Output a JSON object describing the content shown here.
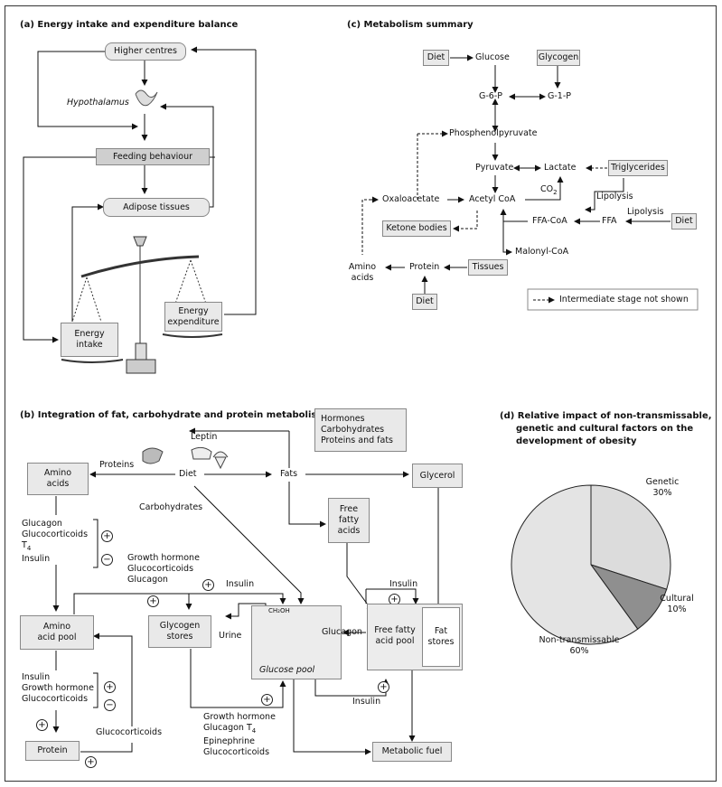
{
  "panel_a": {
    "title": "(a)  Energy intake and expenditure balance",
    "higher_centres": "Higher centres",
    "hypothalamus": "Hypothalamus",
    "feeding": "Feeding behaviour",
    "adipose": "Adipose tissues",
    "intake_1": "Energy",
    "intake_2": "intake",
    "expend_1": "Energy",
    "expend_2": "expenditure"
  },
  "panel_c": {
    "title": "(c)  Metabolism summary",
    "diet1": "Diet",
    "glucose": "Glucose",
    "glycogen": "Glycogen",
    "g6p": "G-6-P",
    "g1p": "G-1-P",
    "pep": "Phosphenolpyruvate",
    "pyruvate": "Pyruvate",
    "lactate": "Lactate",
    "triglycerides": "Triglycerides",
    "co2": "CO",
    "co2_sub": "2",
    "oxaloacetate": "Oxaloacetate",
    "acetyl": "Acetyl CoA",
    "lipolysis1": "Lipolysis",
    "lipolysis2": "Lipolysis",
    "ketone": "Ketone bodies",
    "ffacoa": "FFA-CoA",
    "ffa": "FFA",
    "diet2": "Diet",
    "malonyl": "Malonyl-CoA",
    "amino_1": "Amino",
    "amino_2": "acids",
    "protein": "Protein",
    "tissues": "Tissues",
    "diet3": "Diet",
    "legend": "Intermediate stage not shown"
  },
  "panel_b": {
    "title": "(b)  Integration of fat, carbohydrate and protein metabolism",
    "hormones_box": [
      "Hormones",
      "Carbohydrates",
      "Proteins and fats"
    ],
    "leptin": "Leptin",
    "proteins": "Proteins",
    "diet": "Diet",
    "fats": "Fats",
    "amino_1": "Amino",
    "amino_2": "acids",
    "glycerol": "Glycerol",
    "carbohydrates": "Carbohydrates",
    "ffa_1": "Free",
    "ffa_2": "fatty",
    "ffa_3": "acids",
    "glucagon_list": [
      "Glucagon",
      "Glucocorticoids",
      "T",
      "Insulin"
    ],
    "t4_sub": "4",
    "gh_list": [
      "Growth hormone",
      "Glucocorticoids",
      "Glucagon"
    ],
    "insulin_top": "Insulin",
    "insulin_fat": "Insulin",
    "aap_1": "Amino",
    "aap_2": "acid pool",
    "glyco_1": "Glycogen",
    "glyco_2": "stores",
    "urine": "Urine",
    "ch2oh": "CH₂OH",
    "glucose_pool": "Glucose pool",
    "glucagon_arrow": "Glucagon",
    "ffpool_1": "Free fatty",
    "ffpool_2": "acid pool",
    "fat_1": "Fat",
    "fat_2": "stores",
    "insulin_list": [
      "Insulin",
      "Growth hormone",
      "Glucocorticoids"
    ],
    "glucocorticoids_side": "Glucocorticoids",
    "protein": "Protein",
    "bottom_list": [
      "Growth hormone",
      "Glucagon T",
      "Epinephrine",
      "Glucocorticoids"
    ],
    "insulin_bottom": "Insulin",
    "metabolic_fuel": "Metabolic fuel"
  },
  "panel_d": {
    "title_lines": [
      "(d)  Relative impact of non-transmissable,",
      "genetic and cultural factors on the",
      "development of obesity"
    ]
  },
  "chart_data": {
    "type": "pie",
    "title": "(d)  Relative impact of non-transmissable, genetic and cultural factors on the development of obesity",
    "categories": [
      "Genetic",
      "Cultural",
      "Non-transmissable"
    ],
    "values": [
      30,
      10,
      60
    ],
    "labels": [
      "30%",
      "10%",
      "60%"
    ],
    "colors": [
      "#dcdcdc",
      "#8f8f8f",
      "#e4e4e4"
    ]
  }
}
